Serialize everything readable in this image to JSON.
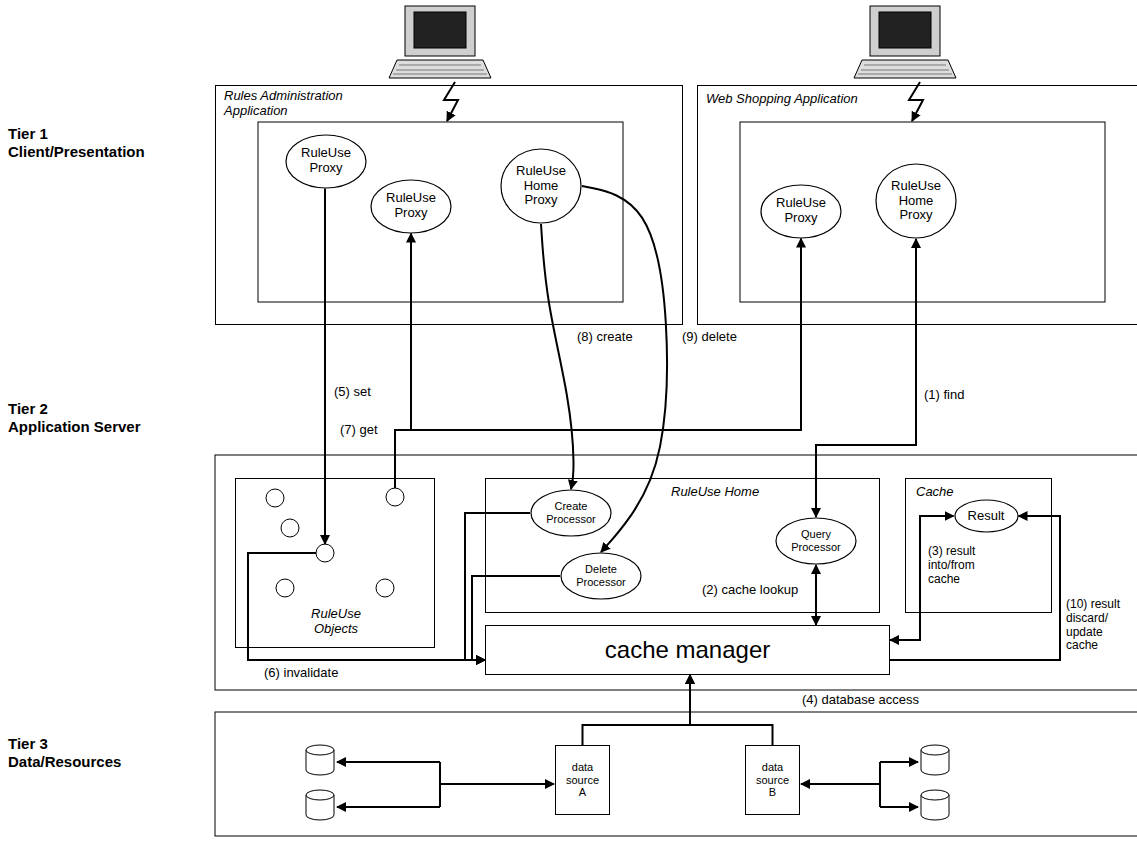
{
  "diagram": {
    "nodes": [
      {
        "text": [
          "Rules Administration Application"
        ]
      },
      {
        "text": [
          "RuleUse Proxy"
        ],
        "in": 0
      },
      {
        "text": [
          "RuleUse Proxy"
        ],
        "in": 0
      },
      {
        "text": [
          "RuleUse Home Proxy"
        ],
        "in": 0
      },
      {
        "text": [
          "Web Shopping Application"
        ]
      },
      {
        "text": [
          "RuleUse Proxy"
        ],
        "in": 4
      },
      {
        "text": [
          "RuleUse Home Proxy"
        ],
        "in": 4
      },
      {
        "text": [
          "RuleUse Objects"
        ]
      },
      {
        "text": [
          "RuleUse Home"
        ]
      },
      {
        "text": [
          "Create Processor"
        ],
        "in": 8
      },
      {
        "text": [
          "Query Processor"
        ],
        "in": 8
      },
      {
        "text": [
          "Delete Processor"
        ],
        "in": 8
      },
      {
        "text": [
          "Cache"
        ]
      },
      {
        "text": [
          "Result"
        ],
        "in": 12
      },
      {
        "text": [
          "cache manager"
        ]
      },
      {
        "text": [
          "data source A"
        ]
      },
      {
        "text": [
          "data source B"
        ]
      }
    ],
    "edges": [
      {
        "from": 6,
        "to": 10,
        "arrow": "both",
        "label": "(1) find"
      },
      {
        "from": 10,
        "to": 14,
        "arrow": "both",
        "label": "(2) cache lookup"
      },
      {
        "from": 14,
        "to": 13,
        "arrow": "both",
        "label": "(3) result into/from cache"
      },
      {
        "from": 15,
        "to": 14,
        "arrow": "to"
      },
      {
        "from": 16,
        "to": 14,
        "arrow": "to",
        "label": "(4) database access"
      },
      {
        "from": 1,
        "to": 7,
        "arrow": "to",
        "label": "(5) set"
      },
      {
        "from": 7,
        "to": 14,
        "arrow": "to",
        "label": "(6) invalidate"
      },
      {
        "from": 9,
        "to": 14,
        "arrow": "to"
      },
      {
        "from": 11,
        "to": 14,
        "arrow": "to"
      },
      {
        "from": 7,
        "to": 2,
        "arrow": "to",
        "label": "(7) get"
      },
      {
        "from": 7,
        "to": 5,
        "arrow": "to"
      },
      {
        "from": 3,
        "to": 9,
        "arrow": "to",
        "label": "(8) create"
      },
      {
        "from": 3,
        "to": 11,
        "arrow": "to",
        "label": "(9) delete"
      },
      {
        "from": 14,
        "to": 13,
        "arrow": "to",
        "label": "(10) result discard/ update cache"
      }
    ],
    "labels": [
      "Tier 1",
      "Client/Presentation",
      "Tier 2",
      "Application Server",
      "Tier 3",
      "Data/Resources"
    ]
  }
}
